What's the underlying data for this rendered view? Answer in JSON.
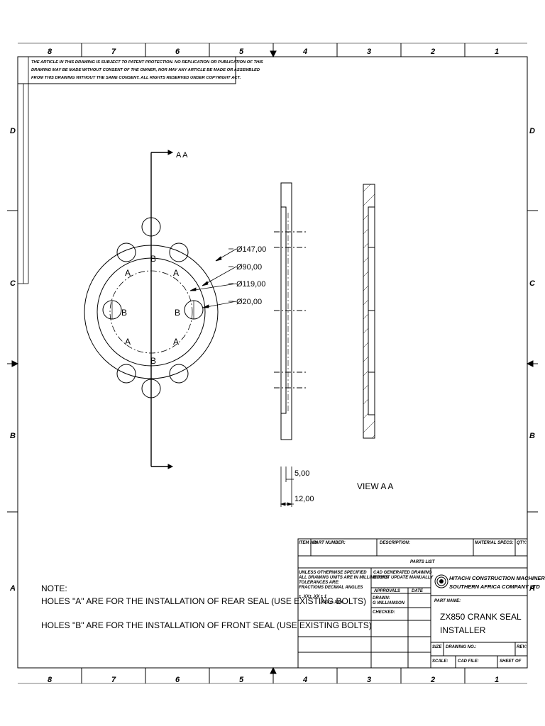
{
  "frame": {
    "columns": [
      "8",
      "7",
      "6",
      "5",
      "4",
      "3",
      "2",
      "1"
    ],
    "rows": [
      "D",
      "C",
      "B",
      "A"
    ]
  },
  "patent_notice": [
    "THE ARTICLE IN THIS DRAWING IS SUBJECT TO PATENT PROTECTION. NO REPLICATION OR PUBLICATION OF THIS",
    "DRAWING MAY BE MADE WITHOUT CONSENT OF THE OWNER, NOR MAY ANY ARTICLE BE MADE OR ASSEMBLED",
    "FROM THIS DRAWING WITHOUT THE SAME CONSENT. ALL RIGHTS RESERVED UNDER COPYRIGHT ACT."
  ],
  "section_label": "A A",
  "hole_labels": {
    "a": "A",
    "b": "B"
  },
  "dimensions": {
    "d147": "Ø147,00",
    "d90": "Ø90,00",
    "d119": "Ø119,00",
    "d20": "Ø20,00",
    "thk5": "5,00",
    "thk12": "12,00"
  },
  "view_label": "VIEW A A",
  "notes": {
    "title": "NOTE:",
    "lines": [
      "HOLES \"A\" ARE FOR THE INSTALLATION OF REAR SEAL (USE EXISTING BOLTS)",
      "HOLES \"B\" ARE FOR THE INSTALLATION OF FRONT SEAL (USE EXISTING BOLTS)"
    ]
  },
  "title_block": {
    "item_no": "ITEM NO.",
    "part_number": "PART NUMBER:",
    "description": "DESCRIPTION:",
    "material_specs": "MATERIAL SPECS:",
    "qty": "QTY:",
    "parts_list": "PARTS LIST",
    "spec_lines": [
      "UNLESS OTHERWISE SPECIFIED",
      "ALL DRAWING UNITS ARE IN MILLIMETERS",
      "TOLERANCES ARE:",
      "FRACTIONS DECIMAL ANGLES"
    ],
    "tol_row1": "±        .XX± .XX     ± 1",
    "tol_row2": ".XXX± .XXX",
    "cad_lines": [
      "CAD GENERATED DRAWING",
      "DO NOT UPDATE MANUALLY"
    ],
    "approvals": "APPROVALS",
    "date": "DATE",
    "drawn": "DRAWN:",
    "drawn_by": "G WILLIAMSON",
    "checked": "CHECKED:",
    "company_lines": [
      "HITACHI CONSTRUCTION MACHINERY",
      "SOUTHERN AFRICA COMPANY LTD"
    ],
    "part_name_label": "PART NAME:",
    "part_name_lines": [
      "ZX850 CRANK SEAL",
      "INSTALLER"
    ],
    "size": "SIZE",
    "drawing_no": "DRAWING NO.:",
    "rev": "REV:",
    "scale": "SCALE:",
    "cad_file": "CAD FILE:",
    "sheet": "SHEET",
    "of": "OF"
  }
}
